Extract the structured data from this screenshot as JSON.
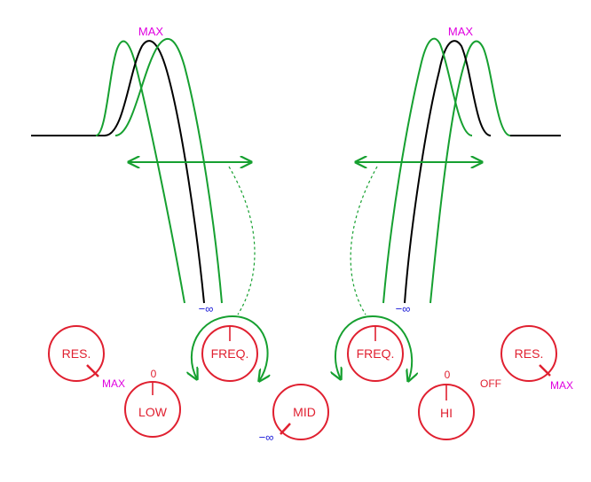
{
  "colors": {
    "knob": "#e02030",
    "curve_green": "#16a030",
    "curve_black": "#000000",
    "label_magenta": "#e000e0",
    "label_blue": "#1a1ad8"
  },
  "labels": {
    "max": "MAX",
    "neg_inf": "−∞",
    "zero": "0",
    "off": "OFF"
  },
  "knobs": {
    "res_left": "RES.",
    "low": "LOW",
    "freq_left": "FREQ.",
    "mid": "MID",
    "freq_right": "FREQ.",
    "hi": "HI",
    "res_right": "RES."
  },
  "icons": {
    "arrow_left": "double-arrow-icon",
    "arrow_right": "double-arrow-icon",
    "rotate_left": "rotate-arrows-icon",
    "rotate_right": "rotate-arrows-icon"
  }
}
